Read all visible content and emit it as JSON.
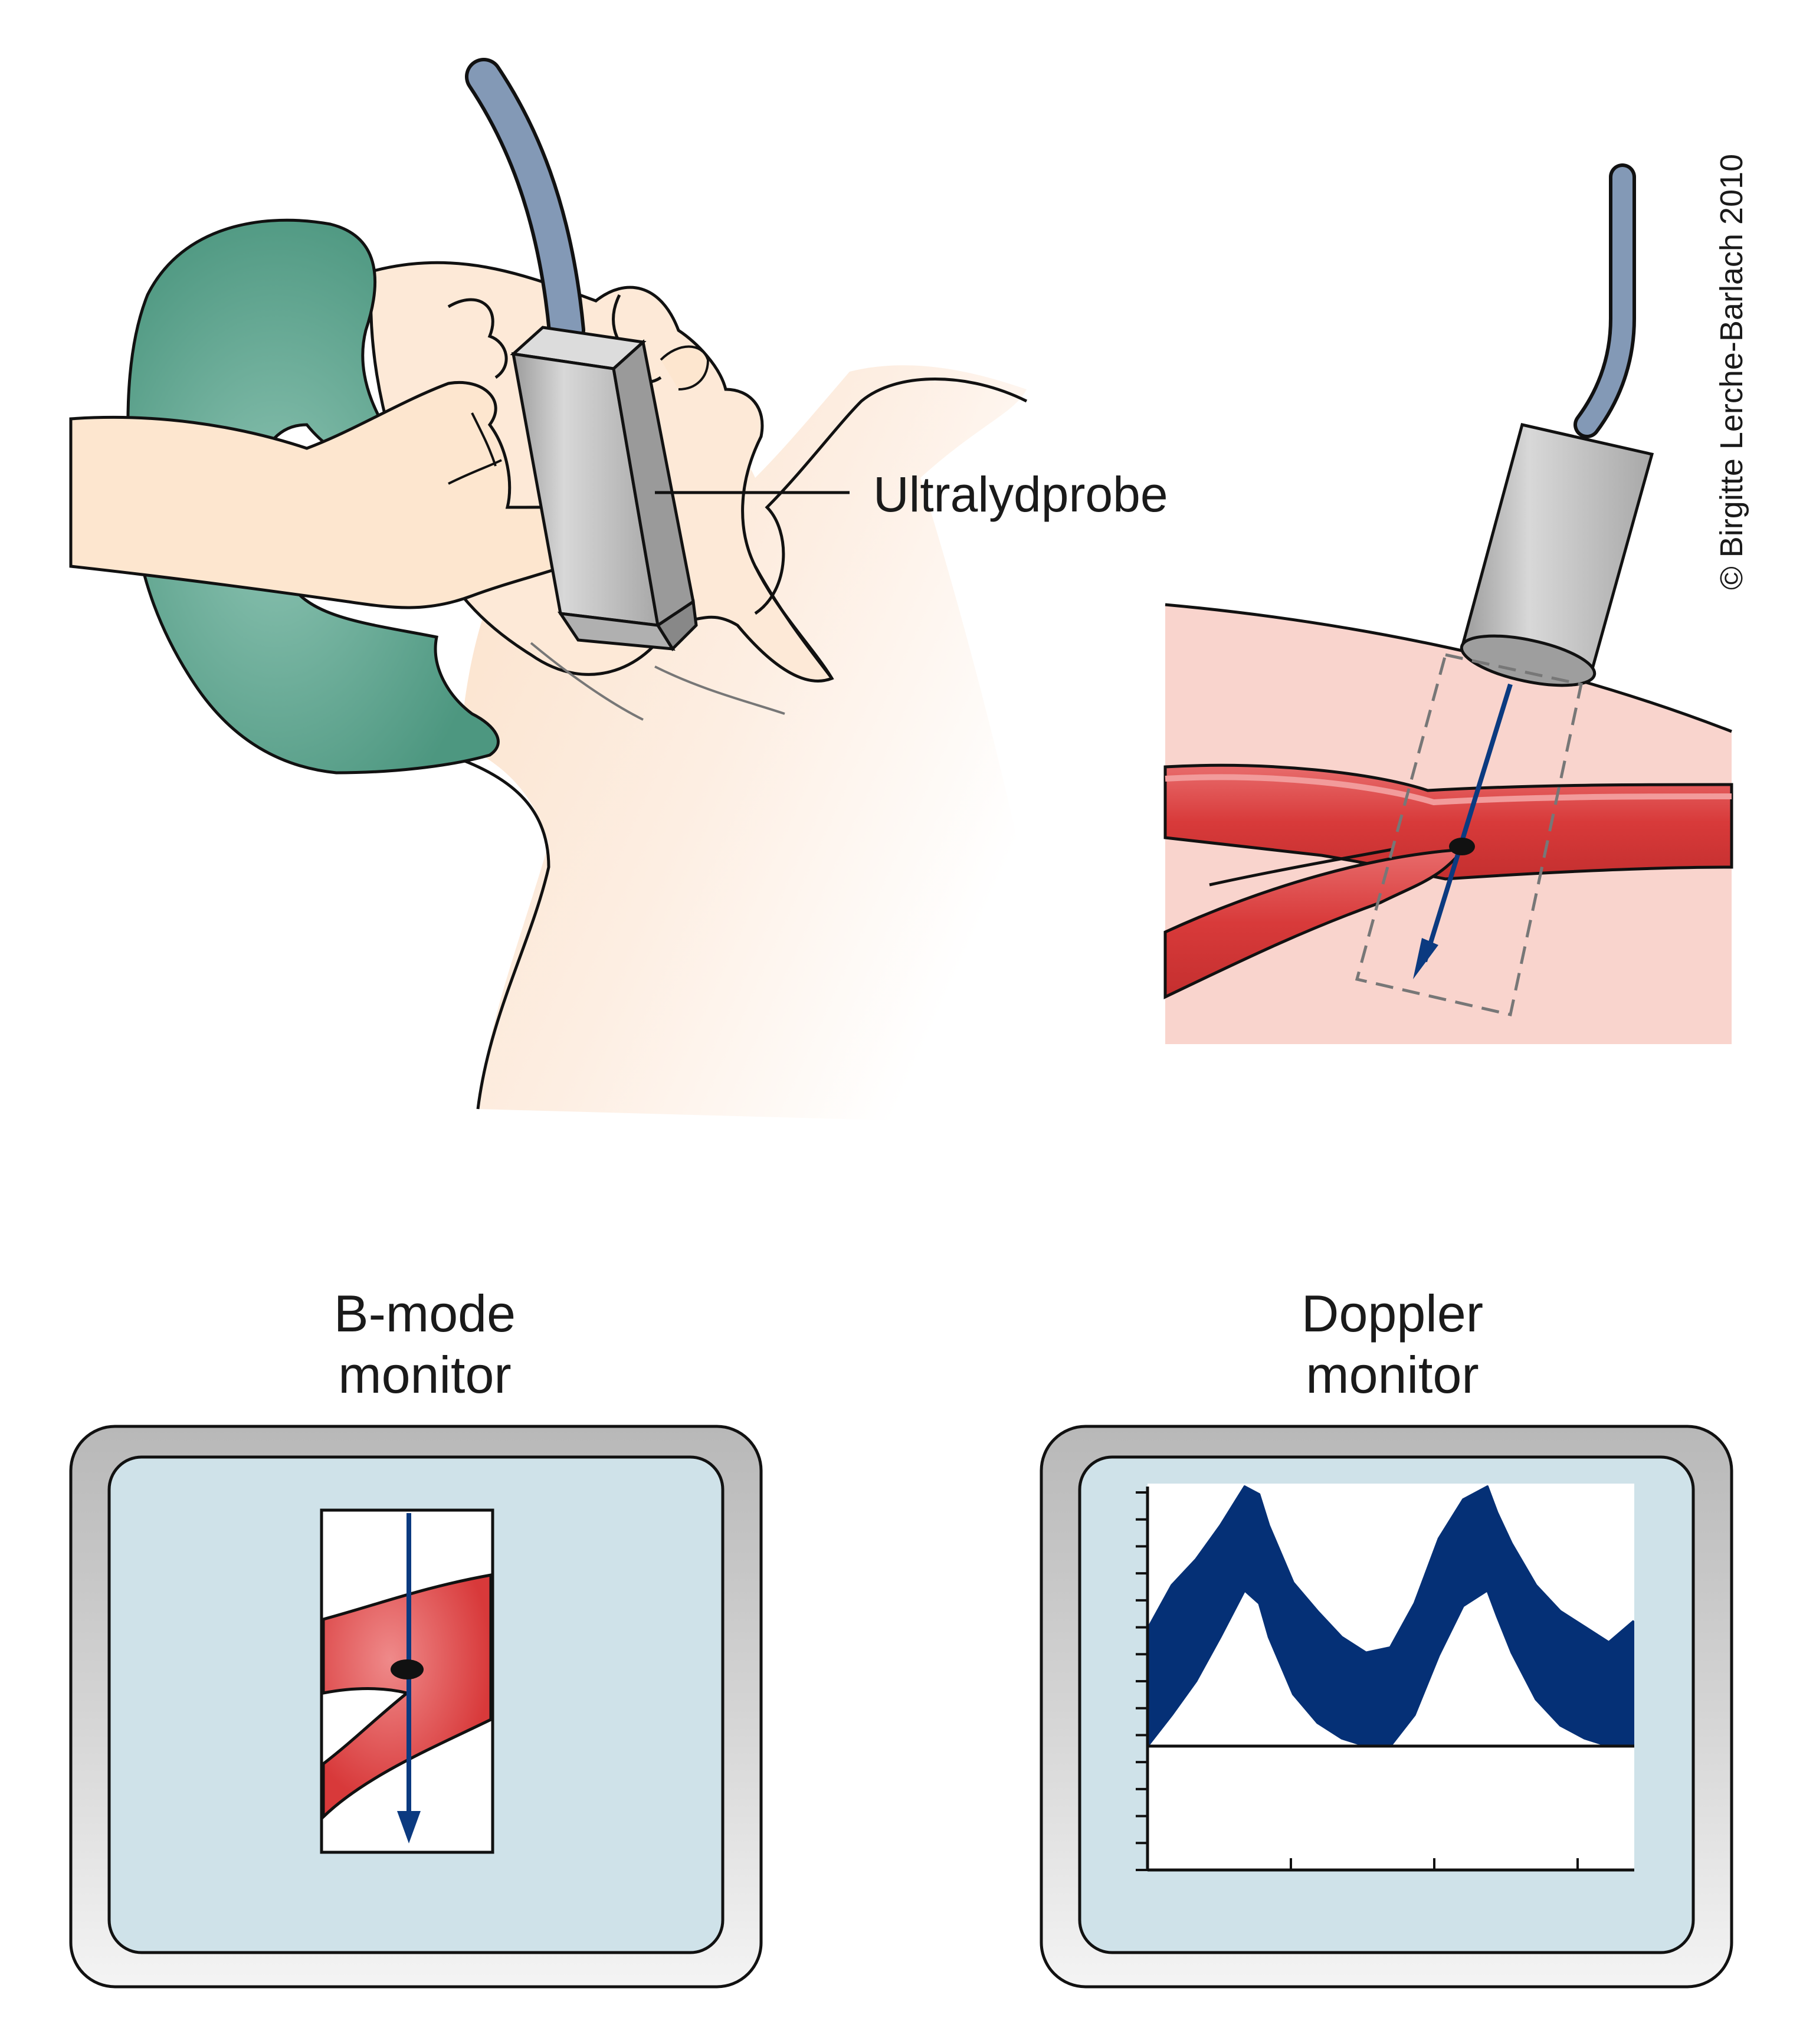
{
  "labels": {
    "probe": "Ultralydprobe",
    "bmode_line1": "B-mode",
    "bmode_line2": "monitor",
    "doppler_line1": "Doppler",
    "doppler_line2": "monitor",
    "copyright": "© Birgitte Lerche-Barlach 2010"
  },
  "colors": {
    "skin": "#fbe6d2",
    "cap": "#4f9a82",
    "vessel": "#d83a3a",
    "vessel_wall": "#ec8a8a",
    "tissue": "#f9d3cc",
    "screen": "#cfe2e9",
    "monitor_frame": "#c8c8c8",
    "probe_metal": "#c4c4c4",
    "cable": "#8197b5",
    "beam_arrow": "#0b3a80",
    "doppler_waveform": "#053076"
  },
  "chart_data": {
    "type": "area",
    "title": "",
    "xlabel": "",
    "ylabel": "",
    "x_ticks": 3,
    "y_ticks": 14,
    "x": [
      0,
      0.05,
      0.1,
      0.15,
      0.2,
      0.23,
      0.25,
      0.3,
      0.35,
      0.4,
      0.45,
      0.5,
      0.55,
      0.6,
      0.65,
      0.7,
      0.72,
      0.75,
      0.8,
      0.85,
      0.9,
      0.95,
      1.0
    ],
    "series": [
      {
        "values_upper": [
          0.45,
          0.62,
          0.72,
          0.85,
          1.0,
          0.97,
          0.85,
          0.63,
          0.52,
          0.42,
          0.36,
          0.38,
          0.55,
          0.8,
          0.95,
          1.0,
          0.9,
          0.78,
          0.62,
          0.52,
          0.46,
          0.4,
          0.48
        ],
        "values_lower": [
          0.0,
          0.12,
          0.25,
          0.42,
          0.6,
          0.55,
          0.42,
          0.2,
          0.09,
          0.03,
          0.0,
          0.0,
          0.12,
          0.35,
          0.54,
          0.6,
          0.5,
          0.36,
          0.18,
          0.08,
          0.03,
          0.0,
          0.0
        ]
      }
    ]
  }
}
